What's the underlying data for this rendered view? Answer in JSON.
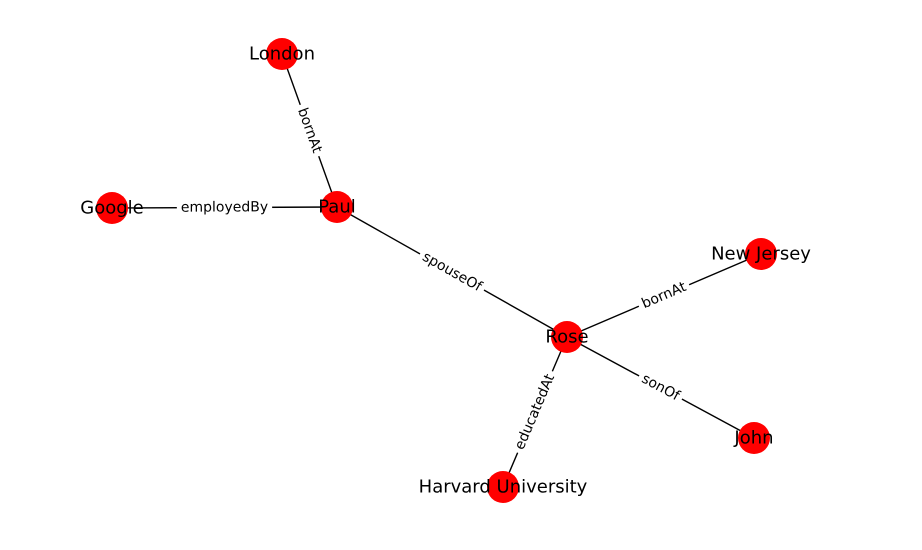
{
  "graph": {
    "node_color": "#ff0000",
    "edge_color": "#000000",
    "nodes": [
      {
        "id": "london",
        "label": "London"
      },
      {
        "id": "paul",
        "label": "Paul"
      },
      {
        "id": "google",
        "label": "Google"
      },
      {
        "id": "rose",
        "label": "Rose"
      },
      {
        "id": "new_jersey",
        "label": "New Jersey"
      },
      {
        "id": "john",
        "label": "John"
      },
      {
        "id": "harvard",
        "label": "Harvard University"
      }
    ],
    "edges": [
      {
        "source": "paul",
        "target": "london",
        "label": "bornAt"
      },
      {
        "source": "paul",
        "target": "google",
        "label": "employedBy"
      },
      {
        "source": "paul",
        "target": "rose",
        "label": "spouseOf"
      },
      {
        "source": "rose",
        "target": "new_jersey",
        "label": "bornAt"
      },
      {
        "source": "rose",
        "target": "john",
        "label": "sonOf"
      },
      {
        "source": "rose",
        "target": "harvard",
        "label": "educatedAt"
      }
    ]
  }
}
